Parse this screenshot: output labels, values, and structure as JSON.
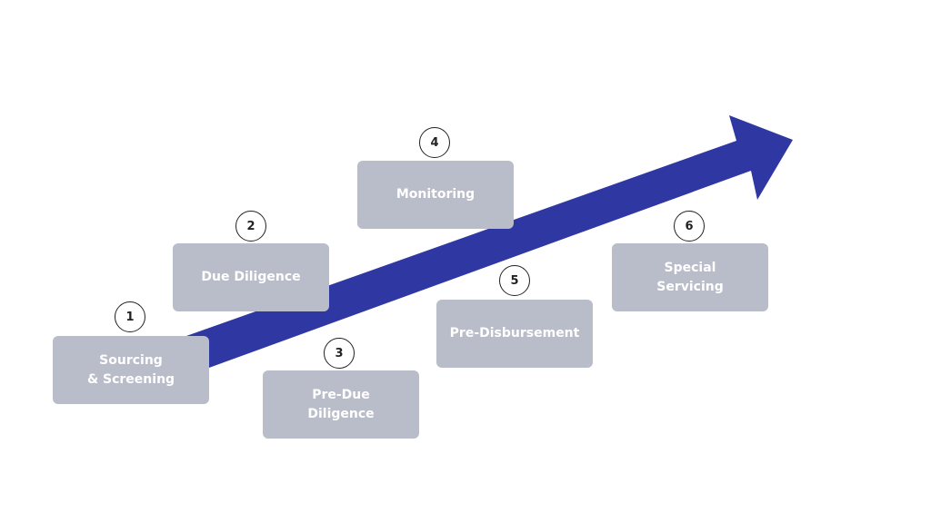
{
  "diagram": {
    "arrow_color": "#2f37a3",
    "box_color": "#b9bcc9",
    "steps": [
      {
        "number": "1",
        "label": "Sourcing\n& Screening"
      },
      {
        "number": "2",
        "label": "Due Diligence"
      },
      {
        "number": "3",
        "label": "Pre-Due\nDiligence"
      },
      {
        "number": "4",
        "label": "Monitoring"
      },
      {
        "number": "5",
        "label": "Pre-Disbursement"
      },
      {
        "number": "6",
        "label": "Special\nServicing"
      }
    ]
  }
}
